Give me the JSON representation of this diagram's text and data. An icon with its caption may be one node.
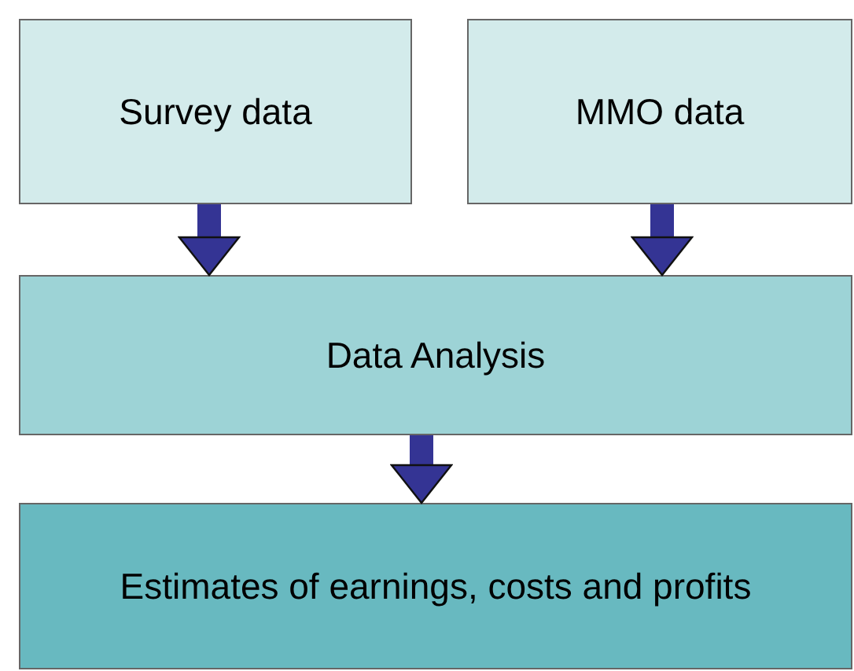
{
  "diagram": {
    "nodes": [
      {
        "text": [
          "Survey data"
        ]
      },
      {
        "text": [
          "MMO data"
        ]
      },
      {
        "text": [
          "Data Analysis"
        ]
      },
      {
        "text": [
          "Estimates of earnings, costs and profits"
        ]
      }
    ],
    "edges": [
      {
        "from": 0,
        "to": 2,
        "arrow": "to"
      },
      {
        "from": 1,
        "to": 2,
        "arrow": "to"
      },
      {
        "from": 2,
        "to": 3,
        "arrow": "to"
      }
    ]
  }
}
